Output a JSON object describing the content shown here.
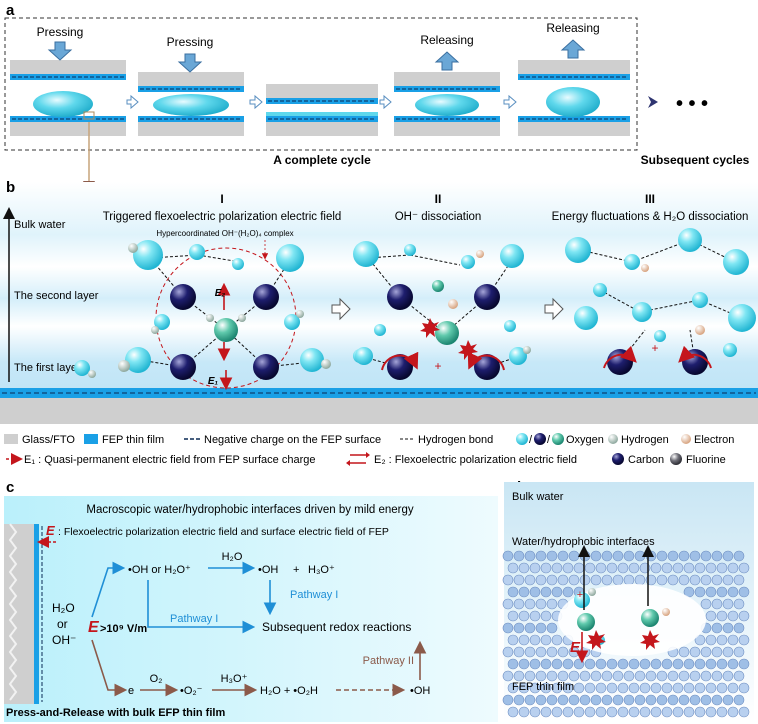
{
  "panel_a": {
    "label": "a",
    "step1": "Pressing",
    "step2": "Pressing",
    "step4": "Releasing",
    "step5": "Releasing",
    "cycle_caption": "A complete cycle",
    "subsequent_caption": "Subsequent cycles",
    "ellipsis": "• • •"
  },
  "panel_b": {
    "label": "b",
    "layer_bulk": "Bulk water",
    "layer_second": "The second layer",
    "layer_first": "The first layer",
    "stage1_num": "I",
    "stage1_title": "Triggered flexoelectric polarization electric field",
    "stage1_note": "Hypercoordinated OH⁻(H₂O)₄ complex",
    "stage2_num": "II",
    "stage2_title": "OH⁻ dissociation",
    "stage3_num": "III",
    "stage3_title": "Energy fluctuations & H₂O dissociation",
    "e2_label": "E₂",
    "e1_label": "E₁",
    "plus": "+"
  },
  "legend": {
    "glass": "Glass/FTO",
    "fep": "FEP thin film",
    "neg_charge": "Negative charge on the FEP surface",
    "hbond": "Hydrogen bond",
    "oxygen": "Oxygen",
    "slash1": "/",
    "slash2": "/",
    "hydrogen": "Hydrogen",
    "electron": "Electron",
    "e1_desc": "E₁ : Quasi-permanent electric field from FEP surface charge",
    "e2_desc": "E₂ : Flexoelectric polarization electric field",
    "carbon": "Carbon",
    "fluorine": "Fluorine"
  },
  "panel_c": {
    "label": "c",
    "title": "Macroscopic water/hydrophobic interfaces driven by mild energy",
    "e_symbol": "E",
    "e_desc": ": Flexoelectric polarization electric field and surface electric field of FEP",
    "h2o": "H₂O",
    "or": "or",
    "oh": "OH⁻",
    "e_big": "E",
    "field_value": ">10⁹ V/m",
    "oh_or_h2o": "•OH or H₂O⁺",
    "h2o_reagent": "H₂O",
    "oh_product": "•OH",
    "plus": "+",
    "h3o_product": "H₃O⁺",
    "pathway1_right": "Pathway I",
    "pathway1_mid": "Pathway I",
    "redox": "Subsequent redox reactions",
    "pathway2": "Pathway II",
    "electron": "e",
    "o2": "O₂",
    "o2_radical": "•O₂⁻",
    "h3o_reagent": "H₃O⁺",
    "h2o_plus_o2h": "H₂O + •O₂H",
    "oh_final": "•OH",
    "bottom": "Press-and-Release with bulk EFP thin film"
  },
  "panel_d": {
    "label": "d",
    "bulk": "Bulk water",
    "interfaces": "Water/hydrophobic interfaces",
    "e_label": "E",
    "film": "FEP thin film",
    "plus": "+"
  },
  "colors": {
    "fep": "#1aa0e6",
    "glass": "#cfcfcf",
    "water": "#7fe0ee",
    "arrow_blue": "#1f8fd6",
    "arrow_brown": "#8b5a4a",
    "field_red": "#c4161c",
    "carbon": "#2b2b7a"
  }
}
